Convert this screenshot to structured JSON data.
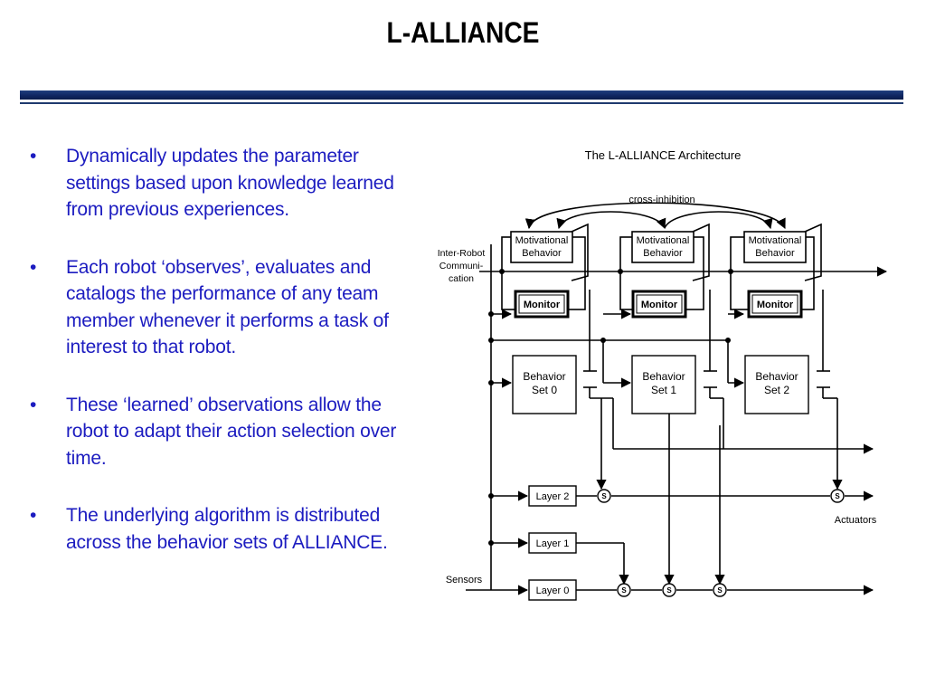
{
  "slide": {
    "title": "L-ALLIANCE"
  },
  "bullets": [
    {
      "marker": "•",
      "text": "Dynamically updates the parameter settings based upon knowledge learned from previous experiences."
    },
    {
      "marker": "•",
      "text": "Each robot ‘observes’, evaluates and catalogs the performance of any team member whenever it performs a task of interest to that robot."
    },
    {
      "marker": "•",
      "text": "These ‘learned’ observations allow the robot to adapt their action selection over time."
    },
    {
      "marker": "•",
      "text": "The underlying algorithm is distributed across the behavior sets of ALLIANCE."
    }
  ],
  "diagram": {
    "title": "The L-ALLIANCE Architecture",
    "cross_inhibition": "cross-inhibition",
    "inter_robot": [
      "Inter-Robot",
      "Communi-",
      "cation"
    ],
    "motivational": [
      "Motivational",
      "Behavior"
    ],
    "monitor": "Monitor",
    "behavior_sets": [
      [
        "Behavior",
        "Set 0"
      ],
      [
        "Behavior",
        "Set 1"
      ],
      [
        "Behavior",
        "Set 2"
      ]
    ],
    "layers": [
      "Layer 2",
      "Layer 1",
      "Layer 0"
    ],
    "suppressor": "S",
    "actuators": "Actuators",
    "sensors": "Sensors"
  }
}
